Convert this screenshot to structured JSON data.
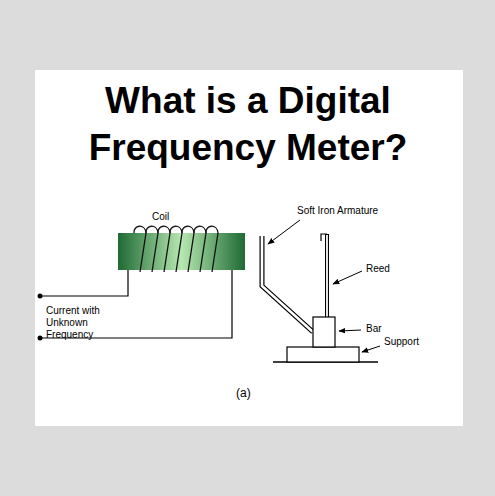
{
  "diagram": {
    "title": "What is a Digital Frequency Meter?",
    "labels": [
      "Coil",
      "Current with Unknown Frequency",
      "Soft Iron Armature",
      "Reed",
      "Bar",
      "Support",
      "(a)"
    ]
  }
}
